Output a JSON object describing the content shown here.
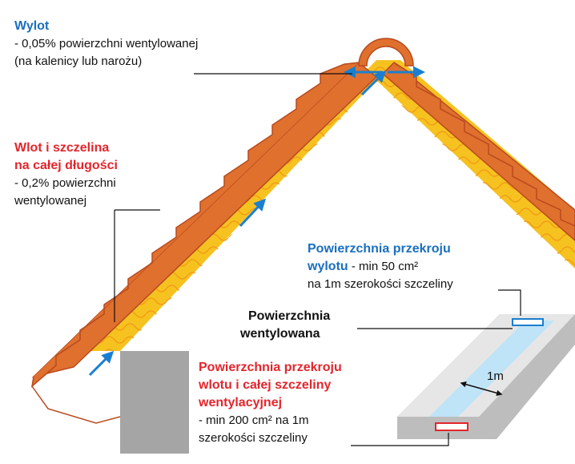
{
  "outlet": {
    "title": "Wylot",
    "line1": "- 0,05% powierzchni wentylowanej",
    "line2": "(na kalenicy lub narożu)"
  },
  "inlet_full": {
    "title_line1": "Wlot i szczelina",
    "title_line2": "na całej długości",
    "line1": "- 0,2% powierzchni",
    "line2": "wentylowanej"
  },
  "outlet_section": {
    "title_line1": "Powierzchnia przekroju",
    "title_line2": "wylotu",
    "suffix": " - min 50 cm²",
    "line3": "na 1m szerokości szczeliny"
  },
  "ventilated_area": {
    "line1": "Powierzchnia",
    "line2": "wentylowana"
  },
  "inlet_section": {
    "title_line1": "Powierzchnia przekroju",
    "title_line2": "wlotu i całej szczeliny",
    "title_line3": "wentylacyjnej",
    "line1": "- min 200 cm² na 1m",
    "line2": "szerokości szczeliny"
  },
  "dimension_label": "1m",
  "colors": {
    "tile": "#e0702e",
    "tile_edge": "#b84a1f",
    "insulation": "#f6c21f",
    "insulation_wave": "#f29a17",
    "airflow": "#1a7fd0",
    "wall": "#a5a5a5",
    "board_top": "#e6e6e6",
    "board_shadow": "#bdbdbd",
    "gap_band": "#bfe3f7",
    "title_blue": "#1a6fc0",
    "title_red": "#e3262c"
  }
}
